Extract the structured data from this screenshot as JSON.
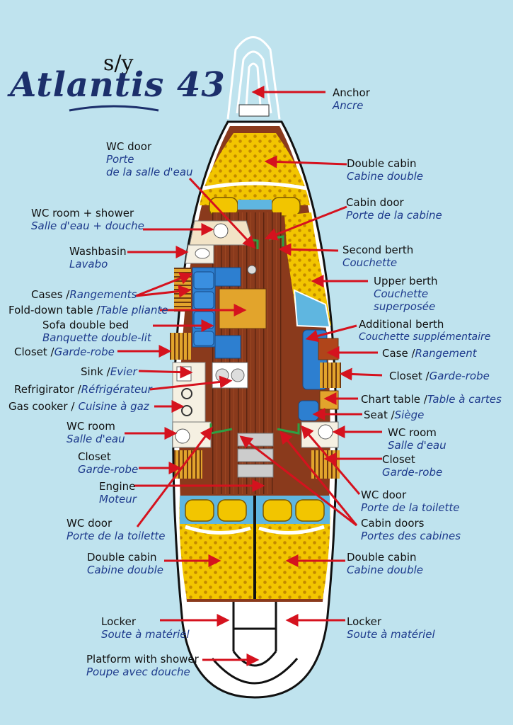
{
  "title": {
    "prefix": "s/y",
    "name": "Atlantis 43"
  },
  "labels": {
    "anchor": {
      "en": "Anchor",
      "fr": "Ancre"
    },
    "wc_door_top": {
      "en": "WC door",
      "fr1": "Porte",
      "fr2": "de la salle d'eau"
    },
    "double_cabin_fwd": {
      "en": "Double cabin",
      "fr": "Cabine double"
    },
    "cabin_door": {
      "en": "Cabin door",
      "fr": "Porte de la cabine"
    },
    "wc_room_shower": {
      "en": "WC room + shower",
      "fr": "Salle d'eau + douche"
    },
    "washbasin": {
      "en": "Washbasin",
      "fr": "Lavabo"
    },
    "second_berth": {
      "en": "Second berth",
      "fr": "Couchette"
    },
    "upper_berth": {
      "en": "Upper berth",
      "fr1": "Couchette",
      "fr2": "superposée"
    },
    "cases": {
      "en": "Cases /",
      "fr": "Rangements"
    },
    "fold_table": {
      "en": "Fold-down table /",
      "fr": "Table pliante"
    },
    "sofa_bed": {
      "en": "Sofa double bed",
      "fr": "Banquette double-lit"
    },
    "additional_berth": {
      "en": "Additional berth",
      "fr": "Couchette supplémentaire"
    },
    "closet_left": {
      "en": "Closet /",
      "fr": "Garde-robe"
    },
    "case_right": {
      "en": "Case /",
      "fr": "Rangement"
    },
    "sink": {
      "en": "Sink /",
      "fr": "Evier"
    },
    "closet_right": {
      "en": "Closet /",
      "fr": "Garde-robe"
    },
    "refrigerator": {
      "en": "Refrigirator /",
      "fr": "Réfrigérateur"
    },
    "chart_table": {
      "en": "Chart table /",
      "fr": "Table à cartes"
    },
    "gas_cooker": {
      "en": "Gas cooker /",
      "fr": "Cuisine à gaz"
    },
    "seat": {
      "en": "Seat /",
      "fr": "Siège"
    },
    "wc_room_left": {
      "en": "WC room",
      "fr": "Salle d'eau"
    },
    "wc_room_right": {
      "en": "WC room",
      "fr": "Salle d'eau"
    },
    "closet_aft_left": {
      "en": "Closet",
      "fr": "Garde-robe"
    },
    "closet_aft_right": {
      "en": "Closet",
      "fr": "Garde-robe"
    },
    "engine": {
      "en": "Engine",
      "fr": "Moteur"
    },
    "wc_door_right": {
      "en": "WC door",
      "fr": "Porte de la toilette"
    },
    "cabin_doors": {
      "en": "Cabin doors",
      "fr": "Portes des cabines"
    },
    "wc_door_left": {
      "en": "WC door",
      "fr": "Porte de la toilette"
    },
    "double_cabin_aft_left": {
      "en": "Double cabin",
      "fr": "Cabine double"
    },
    "double_cabin_aft_right": {
      "en": "Double cabin",
      "fr": "Cabine double"
    },
    "locker_left": {
      "en": "Locker",
      "fr": "Soute à matériel"
    },
    "locker_right": {
      "en": "Locker",
      "fr": "Soute à matériel"
    },
    "platform": {
      "en": "Platform with shower",
      "fr": "Poupe avec douche"
    }
  },
  "colors": {
    "background": "#bfe3ee",
    "cushion_yellow": "#f2c500",
    "wood_floor": "#8a3a1c",
    "arrow_red": "#d5121e",
    "sofa_blue": "#2d7fd0",
    "title_blue": "#1c2f6b",
    "door_green": "#2ea043"
  }
}
